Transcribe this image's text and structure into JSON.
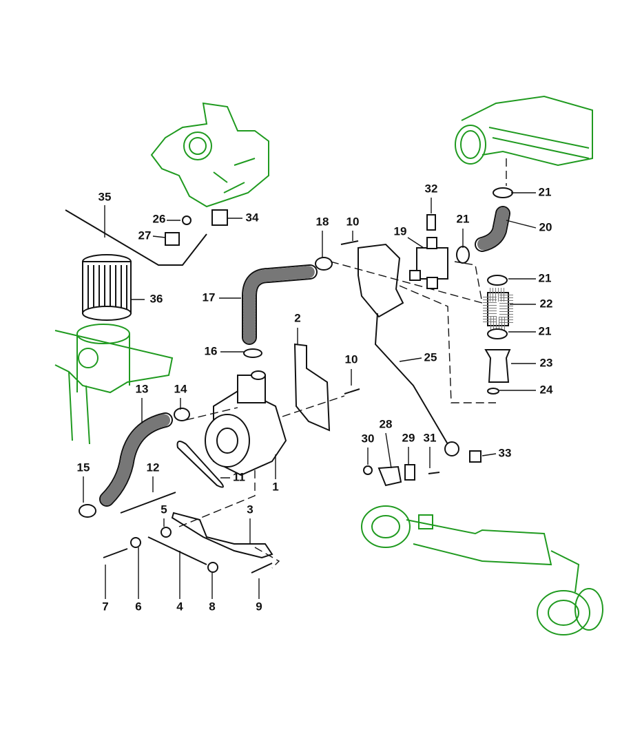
{
  "diagram": {
    "labels": [
      "35",
      "26",
      "34",
      "27",
      "36",
      "32",
      "21",
      "18",
      "10",
      "19",
      "21",
      "20",
      "21",
      "17",
      "22",
      "2",
      "21",
      "16",
      "10",
      "25",
      "23",
      "13",
      "14",
      "24",
      "28",
      "30",
      "29",
      "31",
      "33",
      "15",
      "12",
      "11",
      "1",
      "5",
      "3",
      "7",
      "6",
      "4",
      "8",
      "9"
    ],
    "colors": {
      "engine_outline": "#1f9a1f",
      "parts": "#111111"
    }
  }
}
